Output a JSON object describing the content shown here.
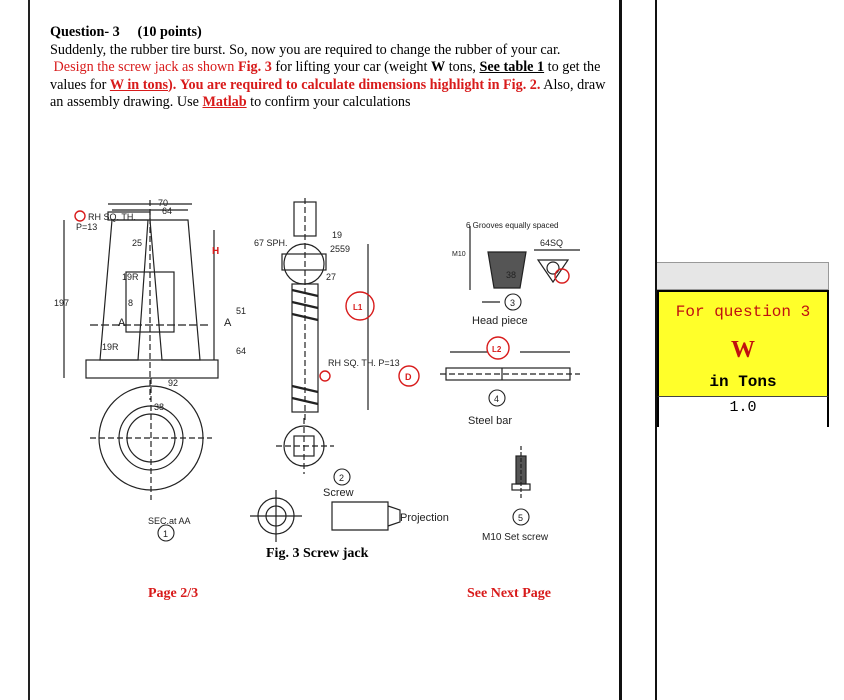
{
  "question": {
    "heading": "Question- 3",
    "points": "(10 points)",
    "line1": "Suddenly, the rubber tire burst. So, now you are required to change the rubber of your car.",
    "part_a": "Design the screw jack as shown",
    "fig_ref": "Fig. 3",
    "part_b": "for lifting your car (weight",
    "w": "W",
    "part_c": "tons,",
    "table_ref": "See table 1",
    "part_d": "to get the values for",
    "w_in_tons": "W in tons",
    "part_e": ").",
    "part_f": "You are required to calculate dimensions highlight in Fig. 2.",
    "part_g": "Also, draw an assembly drawing. Use",
    "matlab": "Matlab",
    "part_h": "to confirm your calculations"
  },
  "figure": {
    "caption": "Fig. 3 Screw jack",
    "labels": {
      "rh_sq": "RH SQ. TH.",
      "p13": "P=13",
      "d70": "70",
      "d64": "64",
      "r19a": "19R",
      "r19b": "19R",
      "d197": "197",
      "a_left": "A",
      "a_right": "A",
      "h": "H",
      "d25": "25",
      "d51": "51",
      "d64b": "64",
      "d8": "8",
      "d92": "92",
      "d38": "38",
      "sec": "SEC.at AA",
      "n1": "1",
      "sph": "67 SPH.",
      "d59": "59",
      "d27": "27",
      "d25b": "25",
      "d19": "19",
      "rh_sq2": "RH SQ. TH. P=13",
      "l1": "L1",
      "screw": "Screw",
      "n2": "2",
      "grooves": "6 Grooves equally spaced",
      "d64sq": "64SQ",
      "head": "Head piece",
      "n3": "3",
      "m10": "M10",
      "d38b": "38",
      "l2": "L2",
      "d": "D",
      "steel": "Steel bar",
      "n4": "4",
      "projection": "Projection",
      "set_screw": "M10 Set screw",
      "n5": "5"
    }
  },
  "footer": {
    "page": "Page 2/3",
    "next": "See Next Page"
  },
  "table": {
    "heading": "For question 3",
    "symbol": "W",
    "unit": "in Tons",
    "value": "1.0"
  },
  "colors": {
    "red": "#d81b1b",
    "yellow": "#ffff2a"
  }
}
